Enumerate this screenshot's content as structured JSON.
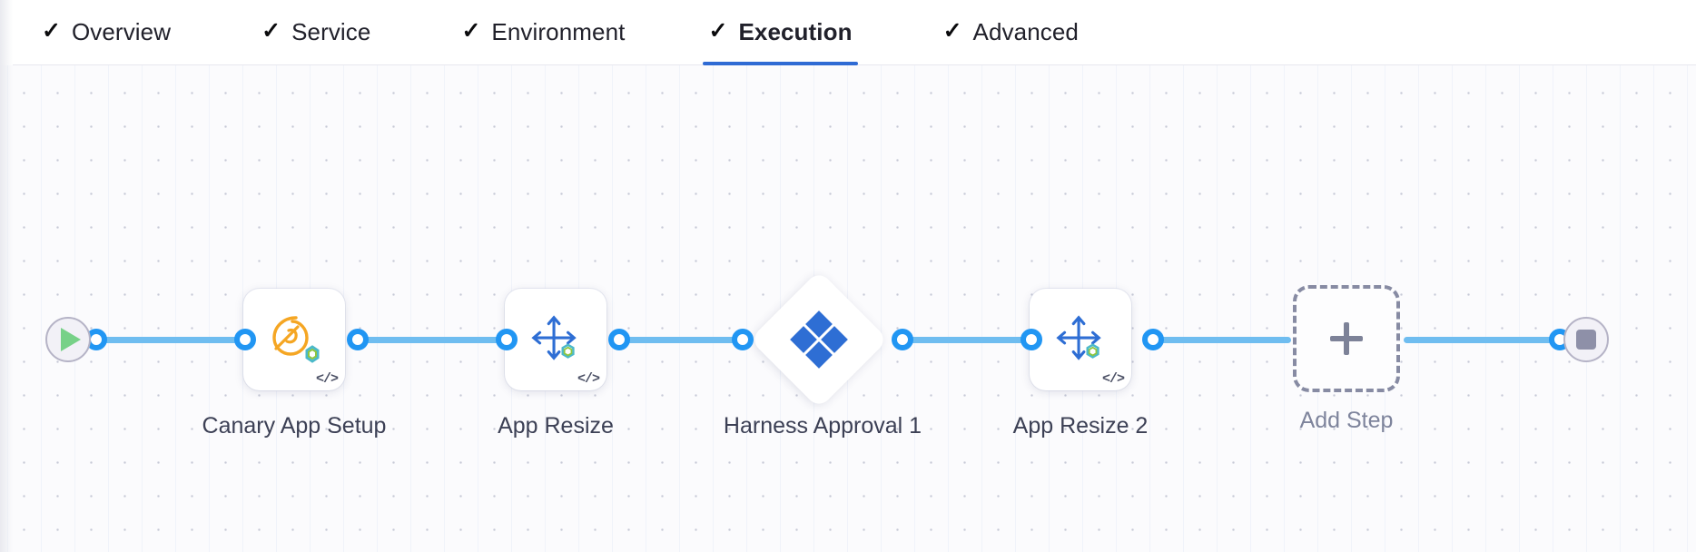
{
  "tabs": [
    {
      "label": "Overview",
      "icon": "check-icon",
      "active": false
    },
    {
      "label": "Service",
      "icon": "check-icon",
      "active": false
    },
    {
      "label": "Environment",
      "icon": "check-icon",
      "active": false
    },
    {
      "label": "Execution",
      "icon": "check-icon",
      "active": true
    },
    {
      "label": "Advanced",
      "icon": "check-icon",
      "active": false
    }
  ],
  "check_glyph": "✓",
  "colors": {
    "accent": "#2f6bd4",
    "wire": "#6fbdf0",
    "dot_ring": "#2196f3",
    "harness_blue": "#2e6ed4",
    "tanzu_orange": "#f5a623",
    "play_green": "#77d188",
    "stop_gray": "#8e90a8",
    "dashed_border": "#878ba3",
    "label_text": "#3c4055",
    "muted_text": "#7e849c",
    "canvas_bg": "#fbfbfd"
  },
  "pipeline": {
    "start_node": {
      "name": "start",
      "icon": "play-icon"
    },
    "end_node": {
      "name": "end",
      "icon": "stop-icon"
    },
    "steps": [
      {
        "label": "Canary App Setup",
        "icon": "tanzu-bird-icon",
        "shape": "rounded-square",
        "code_badge": "</>"
      },
      {
        "label": "App Resize",
        "icon": "app-resize-icon",
        "shape": "rounded-square",
        "code_badge": "</>"
      },
      {
        "label": "Harness Approval 1",
        "icon": "harness-logo-icon",
        "shape": "diamond",
        "code_badge": ""
      },
      {
        "label": "App Resize 2",
        "icon": "app-resize-icon",
        "shape": "rounded-square",
        "code_badge": "</>"
      }
    ],
    "add_step": {
      "label": "Add Step",
      "icon": "plus-icon"
    }
  }
}
